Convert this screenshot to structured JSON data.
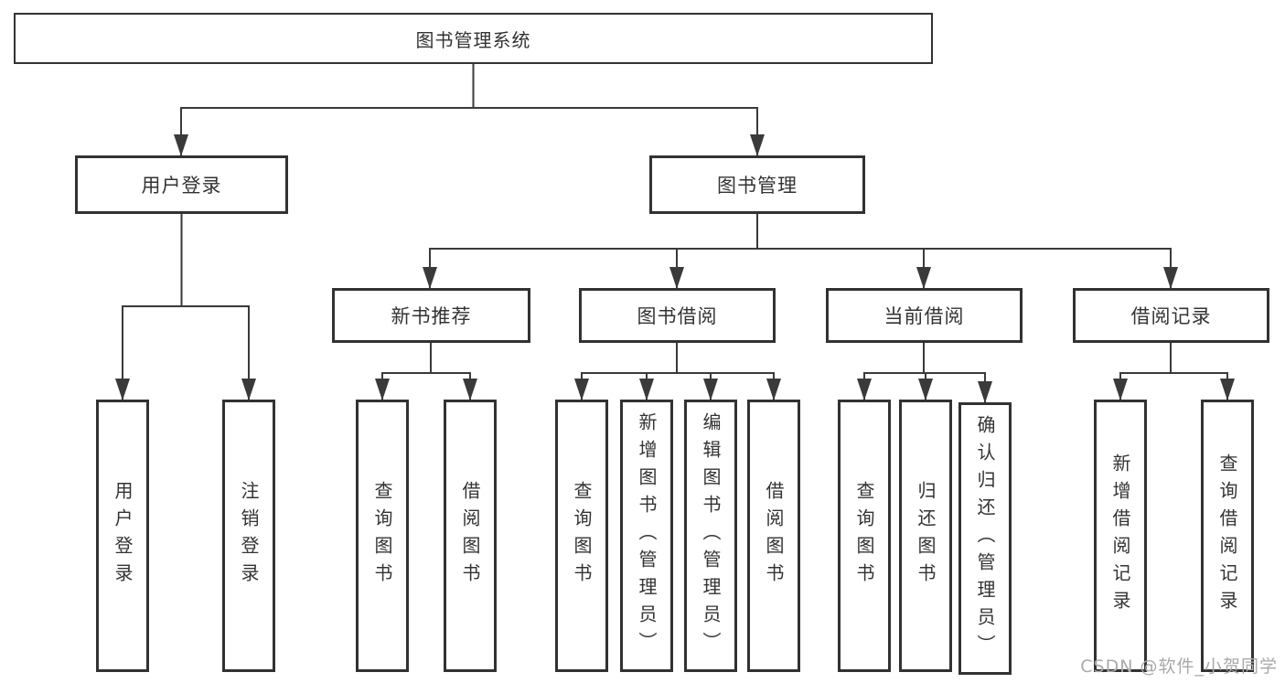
{
  "diagram": {
    "title_node": "图书管理系统",
    "tree": {
      "label": "图书管理系统",
      "children": [
        {
          "label": "用户登录",
          "children": [
            {
              "label": "用户登录"
            },
            {
              "label": "注销登录"
            }
          ]
        },
        {
          "label": "图书管理",
          "children": [
            {
              "label": "新书推荐",
              "children": [
                {
                  "label": "查询图书"
                },
                {
                  "label": "借阅图书"
                }
              ]
            },
            {
              "label": "图书借阅",
              "children": [
                {
                  "label": "查询图书"
                },
                {
                  "label": "新增图书（管理员）"
                },
                {
                  "label": "编辑图书（管理员）"
                },
                {
                  "label": "借阅图书"
                }
              ]
            },
            {
              "label": "当前借阅",
              "children": [
                {
                  "label": "查询图书"
                },
                {
                  "label": "归还图书"
                },
                {
                  "label": "确认归还（管理员）"
                }
              ]
            },
            {
              "label": "借阅记录",
              "children": [
                {
                  "label": "新增借阅记录"
                },
                {
                  "label": "查询借阅记录"
                }
              ]
            }
          ]
        }
      ]
    },
    "watermark": "CSDN @软件_小贺同学",
    "colors": {
      "line": "#3a3a3a",
      "box_border": "#323232",
      "text": "#333333",
      "watermark": "#a9a9a9",
      "background": "#ffffff"
    }
  }
}
